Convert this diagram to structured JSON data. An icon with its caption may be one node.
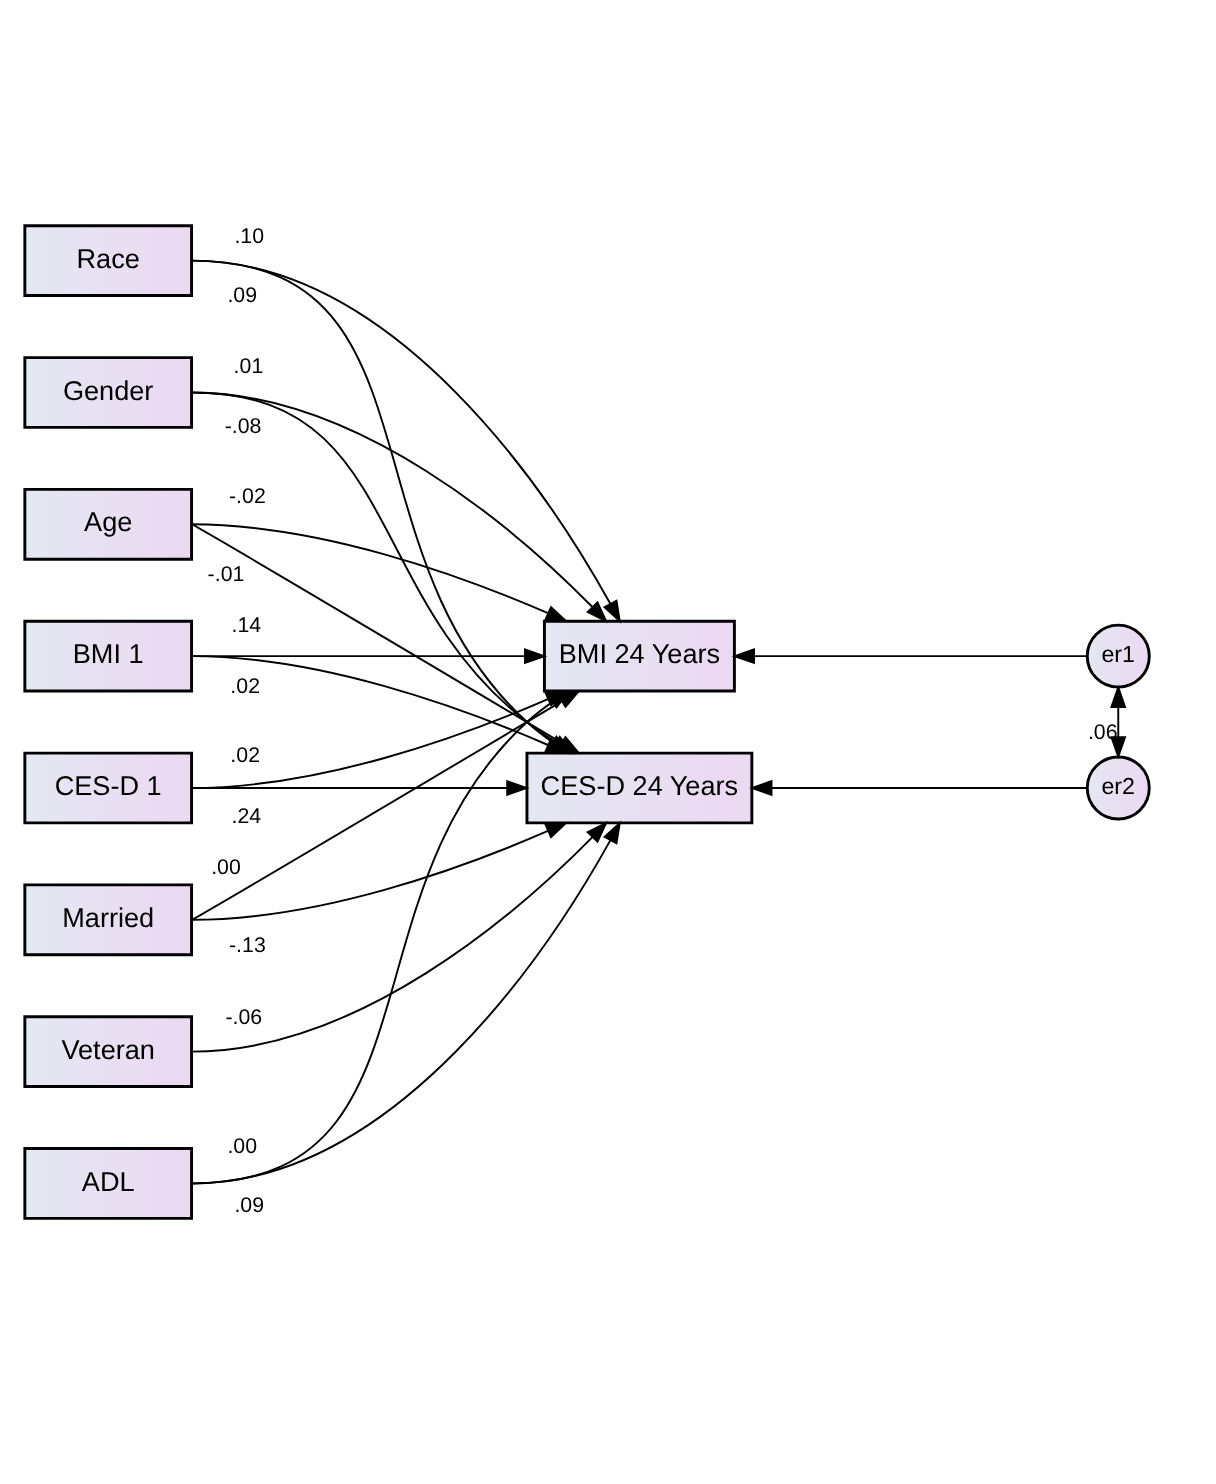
{
  "diagram": {
    "nodes": [
      {
        "text": [
          "Race"
        ]
      },
      {
        "text": [
          "Gender"
        ]
      },
      {
        "text": [
          "Age"
        ]
      },
      {
        "text": [
          "BMI 1"
        ]
      },
      {
        "text": [
          "CES-D 1"
        ]
      },
      {
        "text": [
          "Married"
        ]
      },
      {
        "text": [
          "Veteran"
        ]
      },
      {
        "text": [
          "ADL"
        ]
      },
      {
        "text": [
          "BMI 24 Years"
        ]
      },
      {
        "text": [
          "CES-D 24 Years"
        ]
      },
      {
        "text": [
          "er1"
        ]
      },
      {
        "text": [
          "er2"
        ]
      }
    ],
    "edges": [
      {
        "from": 0,
        "to": 8,
        "arrow": "to",
        "label": ".10"
      },
      {
        "from": 0,
        "to": 9,
        "arrow": "to",
        "label": ".09"
      },
      {
        "from": 1,
        "to": 8,
        "arrow": "to",
        "label": ".01"
      },
      {
        "from": 1,
        "to": 9,
        "arrow": "to",
        "label": "-.08"
      },
      {
        "from": 2,
        "to": 8,
        "arrow": "to",
        "label": "-.02"
      },
      {
        "from": 2,
        "to": 9,
        "arrow": "to",
        "label": "-.01"
      },
      {
        "from": 3,
        "to": 8,
        "arrow": "to",
        "label": ".14"
      },
      {
        "from": 3,
        "to": 9,
        "arrow": "to",
        "label": ".02"
      },
      {
        "from": 4,
        "to": 8,
        "arrow": "to",
        "label": ".02"
      },
      {
        "from": 4,
        "to": 9,
        "arrow": "to",
        "label": ".24"
      },
      {
        "from": 5,
        "to": 8,
        "arrow": "to",
        "label": ".00"
      },
      {
        "from": 5,
        "to": 9,
        "arrow": "to",
        "label": "-.13"
      },
      {
        "from": 6,
        "to": 9,
        "arrow": "to",
        "label": "-.06"
      },
      {
        "from": 7,
        "to": 8,
        "arrow": "to",
        "label": ".00"
      },
      {
        "from": 7,
        "to": 9,
        "arrow": "to",
        "label": ".09"
      },
      {
        "from": 10,
        "to": 8,
        "arrow": "to"
      },
      {
        "from": 11,
        "to": 9,
        "arrow": "to"
      },
      {
        "from": 10,
        "to": 11,
        "arrow": "both",
        "label": ".06"
      }
    ]
  }
}
